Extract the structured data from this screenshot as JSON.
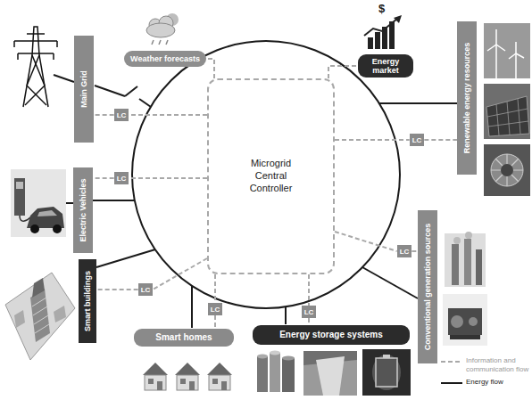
{
  "diagram": {
    "nodes": [
      {
        "text": [
          "Microgrid Central Controller"
        ]
      },
      {
        "text": [
          "Weather forecasts"
        ]
      },
      {
        "text": [
          "Energy market"
        ]
      },
      {
        "text": [
          "Main Grid"
        ]
      },
      {
        "text": [
          "Renewable energy resources"
        ]
      },
      {
        "text": [
          "Electric Vehicles"
        ]
      },
      {
        "text": [
          "Smart buildings"
        ]
      },
      {
        "text": [
          "Smart homes"
        ]
      },
      {
        "text": [
          "Energy storage systems"
        ]
      },
      {
        "text": [
          "Conventional generation sources"
        ]
      },
      {
        "text": [
          "LC"
        ]
      },
      {
        "text": [
          "LC"
        ]
      },
      {
        "text": [
          "LC"
        ]
      },
      {
        "text": [
          "LC"
        ]
      },
      {
        "text": [
          "LC"
        ]
      },
      {
        "text": [
          "LC"
        ]
      },
      {
        "text": [
          "LC"
        ]
      }
    ],
    "edges": [
      {
        "from": 0,
        "to": 1,
        "arrow": "none"
      },
      {
        "from": 0,
        "to": 2,
        "arrow": "none"
      },
      {
        "from": 0,
        "to": 10,
        "arrow": "none"
      },
      {
        "from": 10,
        "to": 3,
        "arrow": "none"
      },
      {
        "from": 0,
        "to": 11,
        "arrow": "none"
      },
      {
        "from": 11,
        "to": 5,
        "arrow": "none"
      },
      {
        "from": 0,
        "to": 12,
        "arrow": "none"
      },
      {
        "from": 12,
        "to": 6,
        "arrow": "none"
      },
      {
        "from": 0,
        "to": 13,
        "arrow": "none"
      },
      {
        "from": 13,
        "to": 7,
        "arrow": "none"
      },
      {
        "from": 0,
        "to": 14,
        "arrow": "none"
      },
      {
        "from": 14,
        "to": 8,
        "arrow": "none"
      },
      {
        "from": 0,
        "to": 15,
        "arrow": "none"
      },
      {
        "from": 15,
        "to": 9,
        "arrow": "none"
      },
      {
        "from": 0,
        "to": 16,
        "arrow": "none"
      },
      {
        "from": 16,
        "to": 4,
        "arrow": "none"
      }
    ],
    "labels": [
      "$"
    ],
    "legend": [
      {
        "text": "Information and communication flow"
      },
      {
        "text": "Energy flow"
      }
    ]
  }
}
